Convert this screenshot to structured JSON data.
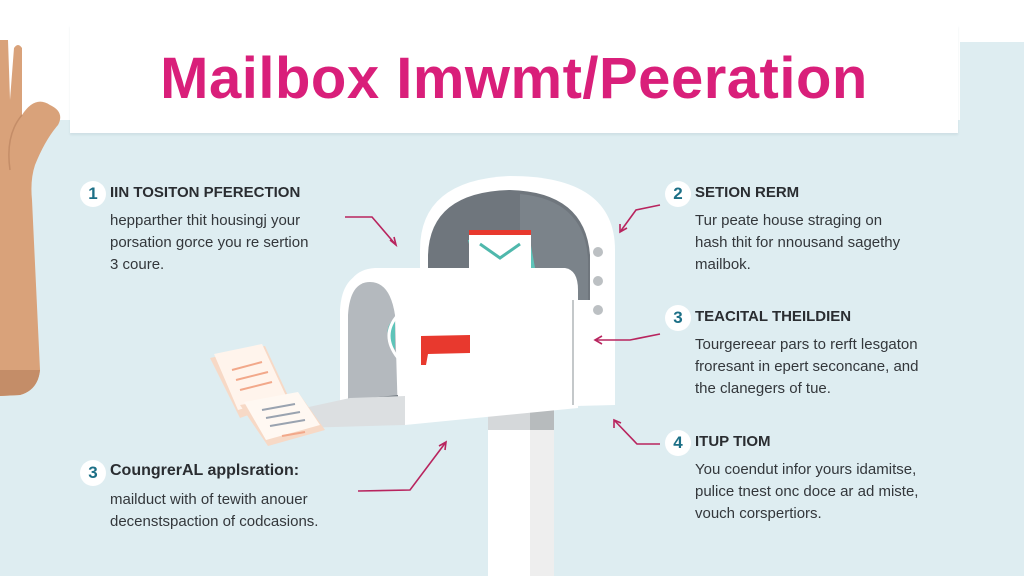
{
  "title": "Mailbox Imwmt/Peeration",
  "colors": {
    "title": "#d91f7a",
    "background": "#deedf1",
    "badge_text": "#1c6f86",
    "arrow": "#b8245e",
    "flag": "#e8392e",
    "accent_teal": "#5ec4b9",
    "skin": "#d9a27a"
  },
  "illustration": {
    "hand_icon": "raised-hand",
    "mailbox_icon": "open-mailbox-with-letter",
    "letter_icon": "envelope",
    "documents_icon": "paper-documents"
  },
  "sections": [
    {
      "number": "1",
      "heading": "IIN TOSITON PFERECTION",
      "lines": [
        "hepparther thit housingj your",
        "porsation gorce you re sertion",
        "3 coure."
      ]
    },
    {
      "number": "2",
      "heading": "SETION RERM",
      "lines": [
        "Tur peate house straging on",
        "hash thit for nnousand sagethy",
        "mailbok."
      ]
    },
    {
      "number": "3",
      "heading": "TEACITAL THEILDIEN",
      "lines": [
        "Tourgereear pars to rerft lesgaton",
        "froresant in epert seconcane, and",
        "the clanegers of tue."
      ]
    },
    {
      "number": "4",
      "heading": "ITUP TIOM",
      "lines": [
        "You coendut infor yours idamitse,",
        "pulice tnest onc doce ar ad miste,",
        "vouch corspertiors."
      ]
    },
    {
      "number": "3",
      "heading": "CoungrerAL applsration:",
      "lines": [
        "mailduct with of tewith anouer",
        "decenstspaction of codcasions."
      ]
    }
  ]
}
